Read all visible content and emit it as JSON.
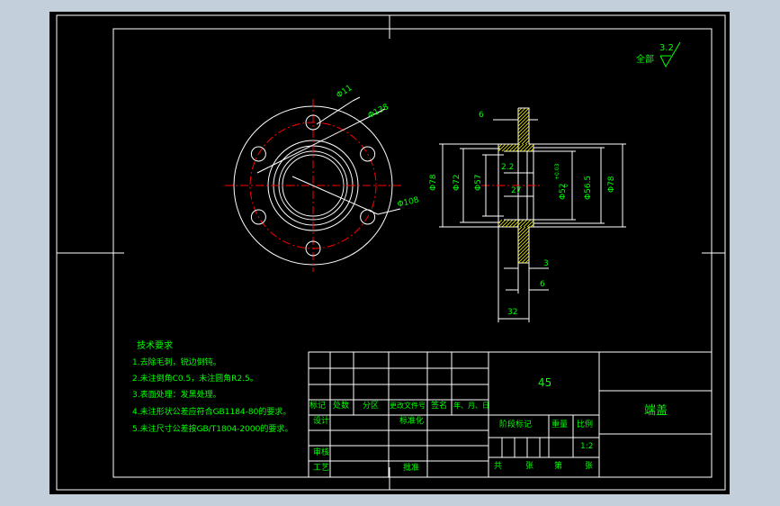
{
  "colors": {
    "app_background": "#c4cfdc",
    "drawing_background": "#000000",
    "frame_lines": "#ffffff",
    "text_green": "#00ff00",
    "center_lines": "#ff0000",
    "dimension_lines": "#ffffff",
    "hatch": "#ffff00"
  },
  "surface_finish": {
    "scope_label": "全部",
    "value": "3.2"
  },
  "front_view": {
    "dims": {
      "hole": "Φ11",
      "outer": "Φ138",
      "bolt_circle": "Φ108"
    }
  },
  "section_view": {
    "dims": {
      "top_offset": "6",
      "d78_left": "Φ78",
      "d72": "Φ72",
      "d57": "Φ57",
      "chamfer": "2.2",
      "depth": "27",
      "d52": "Φ52",
      "d52_tol_upper": "+0.03",
      "d52_tol_lower": "0",
      "d56": "Φ56.5",
      "d78_right": "Φ78",
      "flange_small": "3",
      "flange_width": "6",
      "total_length": "32"
    }
  },
  "tech_requirements": {
    "title": "技术要求",
    "items": [
      "1.去除毛刺，锐边倒钝。",
      "2.未注倒角C0.5，未注圆角R2.5。",
      "3.表面处理：发黑处理。",
      "4.未注形状公差应符合GB1184-80的要求。",
      "5.未注尺寸公差按GB/T1804-2000的要求。"
    ]
  },
  "title_block": {
    "material": "45",
    "part_name": "端盖",
    "headers": [
      "标记",
      "处数",
      "分区",
      "更改文件号",
      "签名",
      "年、月、日"
    ],
    "design": "设计",
    "standardization": "标准化",
    "review": "审核",
    "process": "工艺",
    "approve": "批准",
    "stage_mark": "阶段标记",
    "weight": "重量",
    "scale_label": "比例",
    "scale_value": "1:2",
    "total_sheets": "共",
    "sheet": "张",
    "page": "第",
    "sheet2": "张"
  }
}
